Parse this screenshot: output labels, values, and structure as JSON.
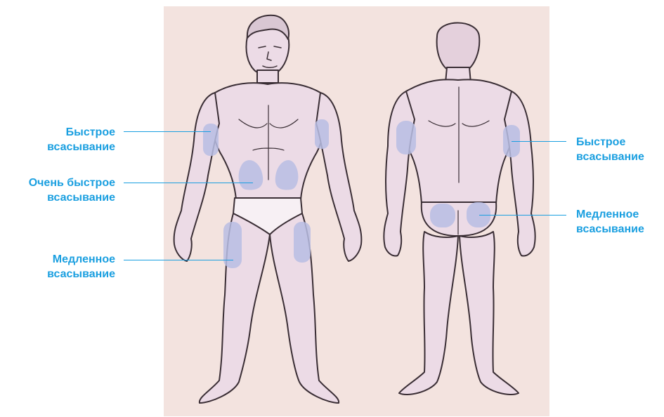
{
  "labels": {
    "left_fast": {
      "line1": "Быстрое",
      "line2": "всасывание"
    },
    "left_very": {
      "line1": "Очень быстрое",
      "line2": "всасывание"
    },
    "left_slow": {
      "line1": "Медленное",
      "line2": "всасывание"
    },
    "right_fast": {
      "line1": "Быстрое",
      "line2": "всасывание"
    },
    "right_slow": {
      "line1": "Медленное",
      "line2": "всасывание"
    }
  },
  "colors": {
    "label": "#1a9fe0",
    "background": "#f3e3df",
    "skin": "#ecdbe6",
    "outline": "#3a2e35",
    "zone": "#b9bde3"
  },
  "figures": [
    "front-view",
    "back-view"
  ]
}
